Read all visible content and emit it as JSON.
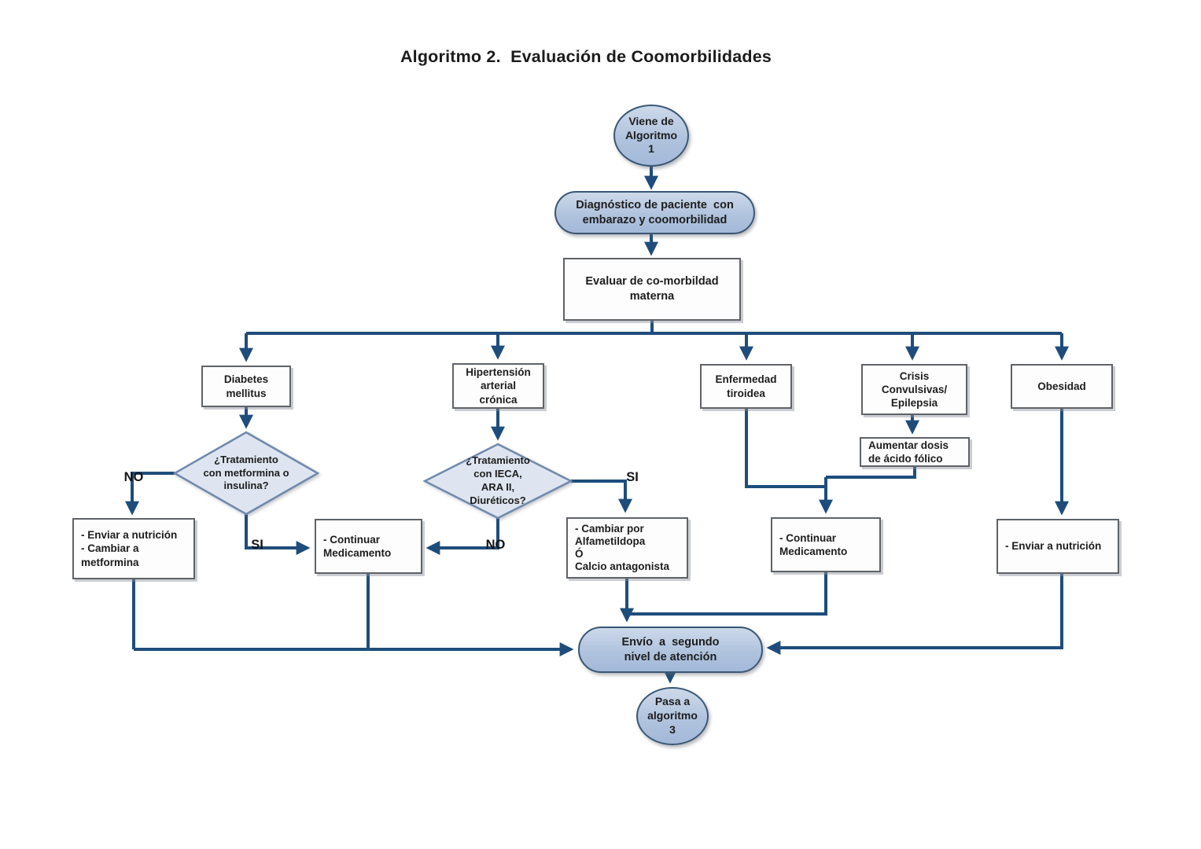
{
  "title": "Algoritmo 2.  Evaluación de Coomorbilidades",
  "colors": {
    "connector_line": "#1e4d7c",
    "blue_shape_fill": "#b0c3de",
    "blue_shape_border": "#3a5774",
    "diamond_fill": "#dee5f0",
    "diamond_border": "#7089ad",
    "rect_fill": "#fdfdfd",
    "rect_border": "#5f6367",
    "text": "#1d1d1d"
  },
  "nodes": {
    "start": "Viene de\nAlgoritmo\n1",
    "diagnosis": "Diagnóstico de paciente  con\nembarazo y coomorbilidad",
    "evaluate": "Evaluar de co-morbildad\nmaterna",
    "diabetes": "Diabetes\nmellitus",
    "hypertension": "Hipertensión\narterial\ncrónica",
    "thyroid": "Enfermedad\ntiroidea",
    "seizures": "Crisis\nConvulsivas/\nEpilepsia",
    "obesity": "Obesidad",
    "metformin_question": "¿Tratamiento\ncon metformina o\ninsulina?",
    "ieca_question": "¿Tratamiento\ncon IECA,\nARA II,\nDiuréticos?",
    "nutrition_metformin": "- Enviar a nutrición\n- Cambiar a\nmetformina",
    "continue_med_left": "- Continuar\nMedicamento",
    "alfametildopa": "- Cambiar por\nAlfametildopa\nÓ\nCalcio antagonista",
    "folic_acid": "Aumentar dosis\nde ácido fólico",
    "continue_med_right": "- Continuar\nMedicamento",
    "nutrition_right": "- Enviar a nutrición",
    "second_level": "Envío  a  segundo\nnivel de atención",
    "end": "Pasa a\nalgoritmo\n3"
  },
  "edge_labels": {
    "no_metformin": "NO",
    "si_metformin": "SI",
    "si_ieca": "SI",
    "no_ieca": "NO"
  }
}
